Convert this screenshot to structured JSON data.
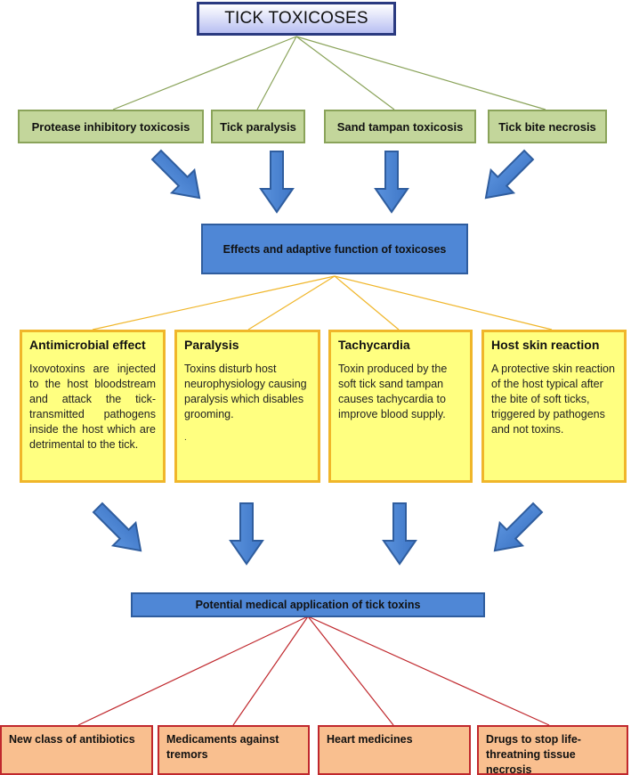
{
  "title": "TICK TOXICOSES",
  "toxicoses": [
    "Protease inhibitory toxicosis",
    "Tick paralysis",
    "Sand tampan toxicosis",
    "Tick bite necrosis"
  ],
  "effects_header": "Effects and adaptive function of toxicoses",
  "effects": [
    {
      "title": "Antimicrobial effect",
      "text": "Ixovotoxins are injected to the host bloodstream and attack the tick-transmitted pathogens inside the host which are detrimental to the tick."
    },
    {
      "title": "Paralysis",
      "text": "Toxins disturb host neurophysiology causing paralysis which disables grooming.",
      "extra": "."
    },
    {
      "title": "Tachycardia",
      "text": "Toxin produced by the soft tick sand tampan causes tachycardia to improve blood supply."
    },
    {
      "title": "Host skin reaction",
      "text": "A protective skin reaction of the host typical after the bite of soft ticks, triggered by pathogens and not toxins."
    }
  ],
  "applications_header": "Potential medical application of tick toxins",
  "applications": [
    "New class of antibiotics",
    "Medicaments against tremors",
    "Heart medicines",
    "Drugs to stop life-threatning tissue necrosis"
  ],
  "colors": {
    "title_border": "#2a3a80",
    "green_fill": "#c3d69b",
    "green_line": "#8aa35a",
    "blue_fill": "#4f87d6",
    "yellow_fill": "#ffff80",
    "yellow_border": "#f0b62a",
    "red_border": "#c0282d",
    "red_fill": "#f9bf8f"
  }
}
